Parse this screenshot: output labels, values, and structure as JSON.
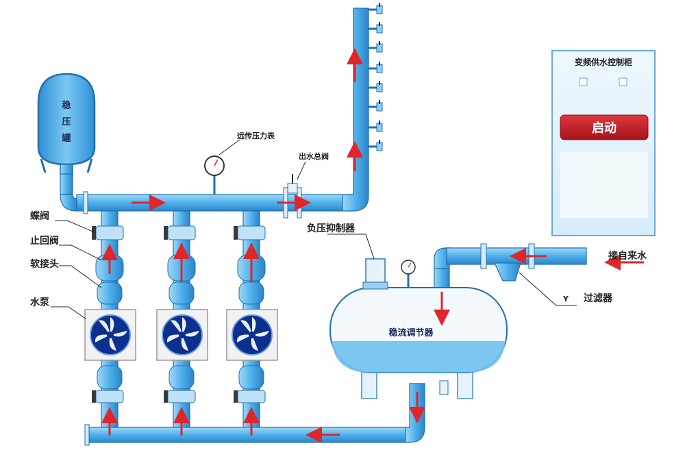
{
  "tank_label": "稳压罐",
  "tank_chars": [
    "稳",
    "压",
    "罐"
  ],
  "labels": {
    "pressure_gauge": "远传压力表",
    "outlet_valve": "出水总阀",
    "butterfly_valve": "蝶阀",
    "check_valve": "止回阀",
    "soft_joint": "软接头",
    "pump": "水泵",
    "negative_pressure": "负压抑制器",
    "flow_regulator": "稳流调节器",
    "inlet": "接自来水",
    "filter_y": "Y",
    "filter": "过滤器"
  },
  "control_cabinet": {
    "title": "变频供水控制柜",
    "start_button": "启动"
  },
  "colors": {
    "pipe": "#55b6ee",
    "pipe_edge": "#1f6fb0",
    "arrow": "#e0252b",
    "water": "#7cc8f2",
    "tank": "#4aa7e6",
    "button": "#c81e27"
  }
}
